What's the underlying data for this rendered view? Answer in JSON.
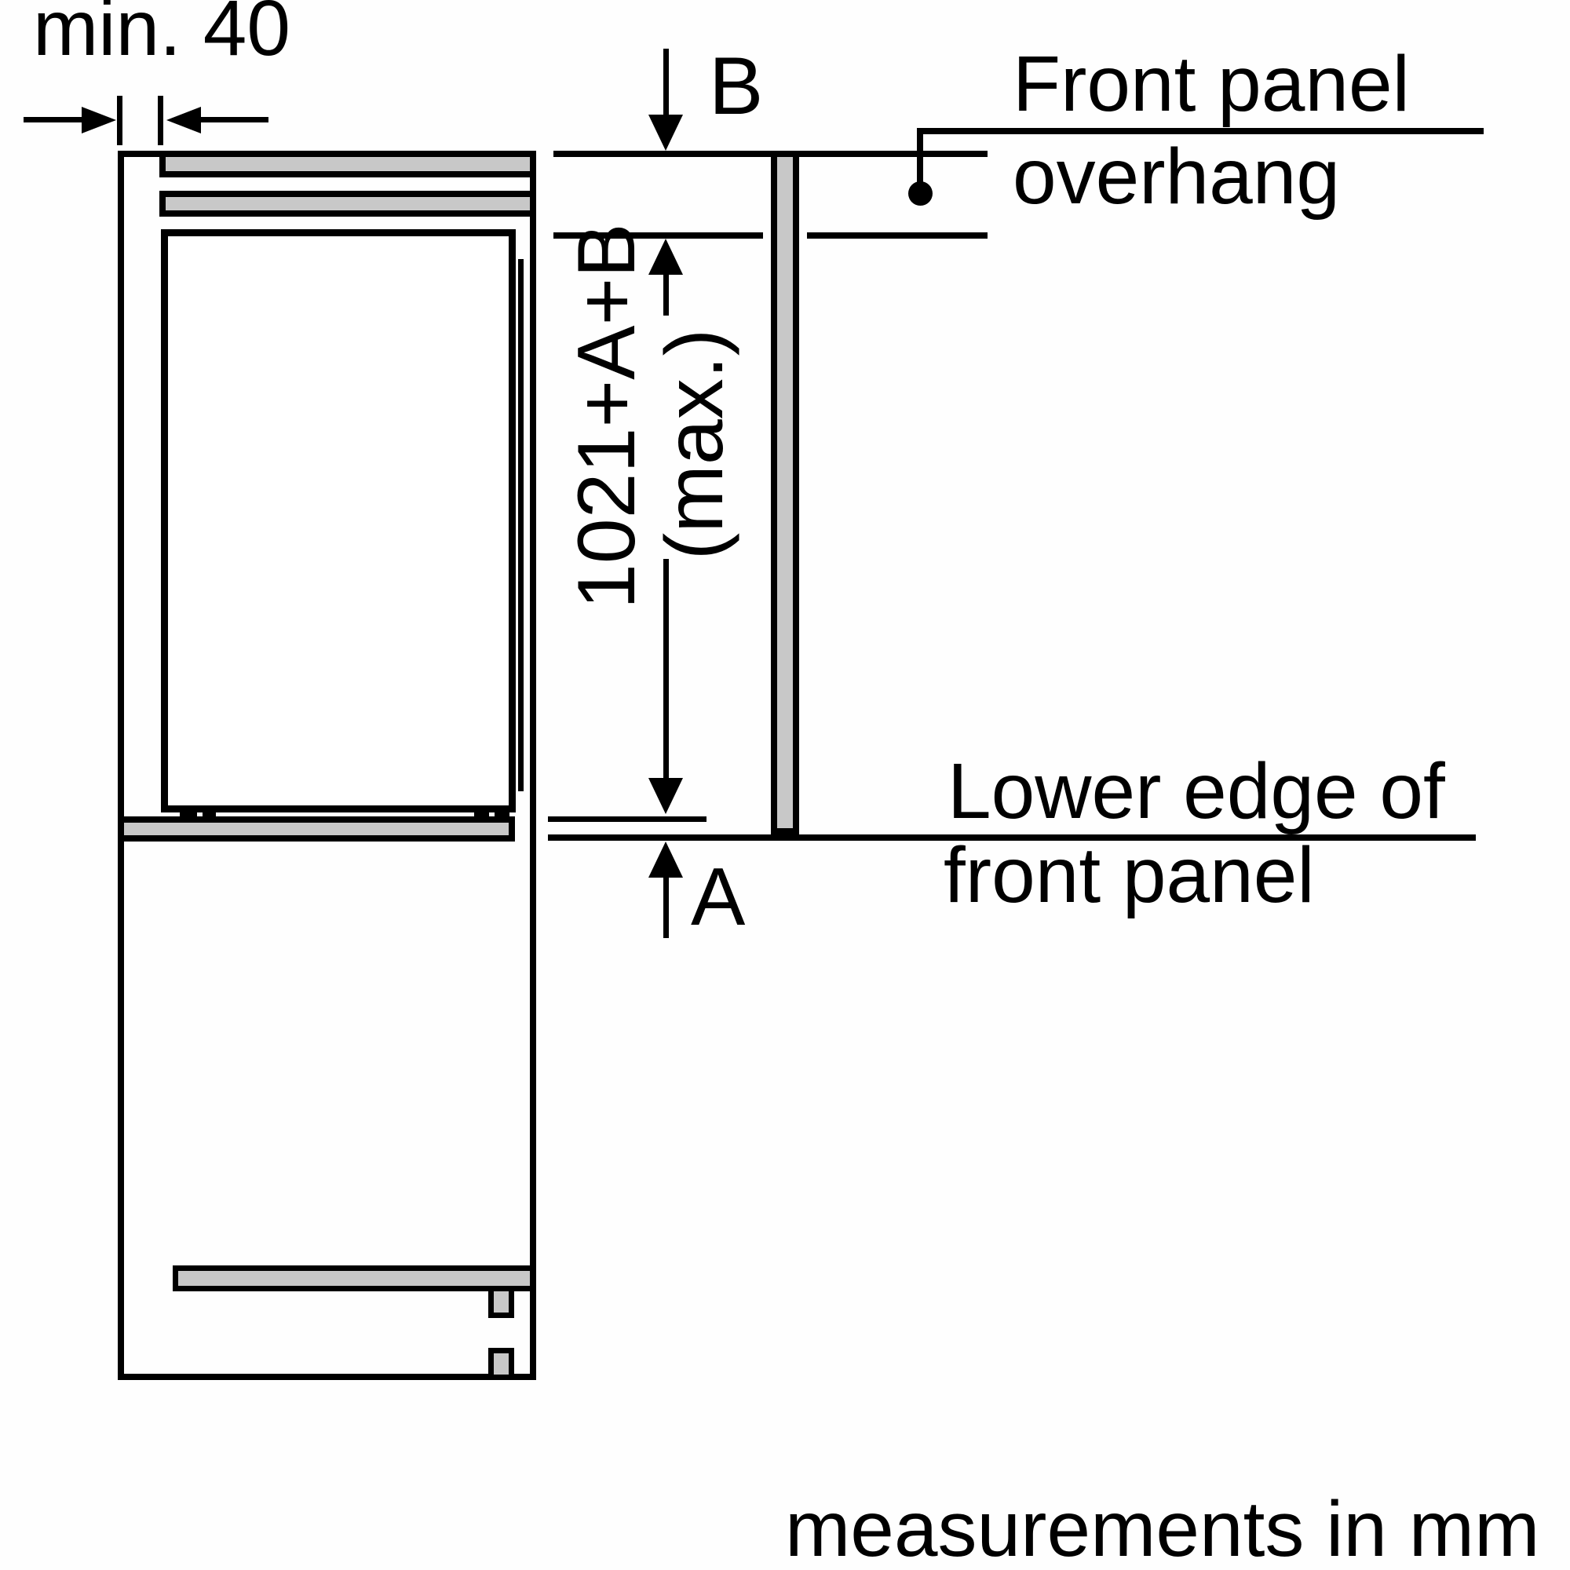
{
  "diagram": {
    "title": "built-in appliance installation side view",
    "units_note": "measurements in mm",
    "labels": {
      "min_gap": "min. 40",
      "dim_b": "B",
      "dim_a": "A",
      "niche_height_line1": "1021+A+B",
      "niche_height_line2": "(max.)",
      "overhang_line1": "Front panel",
      "overhang_line2": "overhang",
      "lower_edge_line1": "Lower edge of",
      "lower_edge_line2": "front panel"
    },
    "colors": {
      "line": "#000000",
      "panel_fill": "#c8c8c8",
      "background": "#fefefe"
    }
  }
}
